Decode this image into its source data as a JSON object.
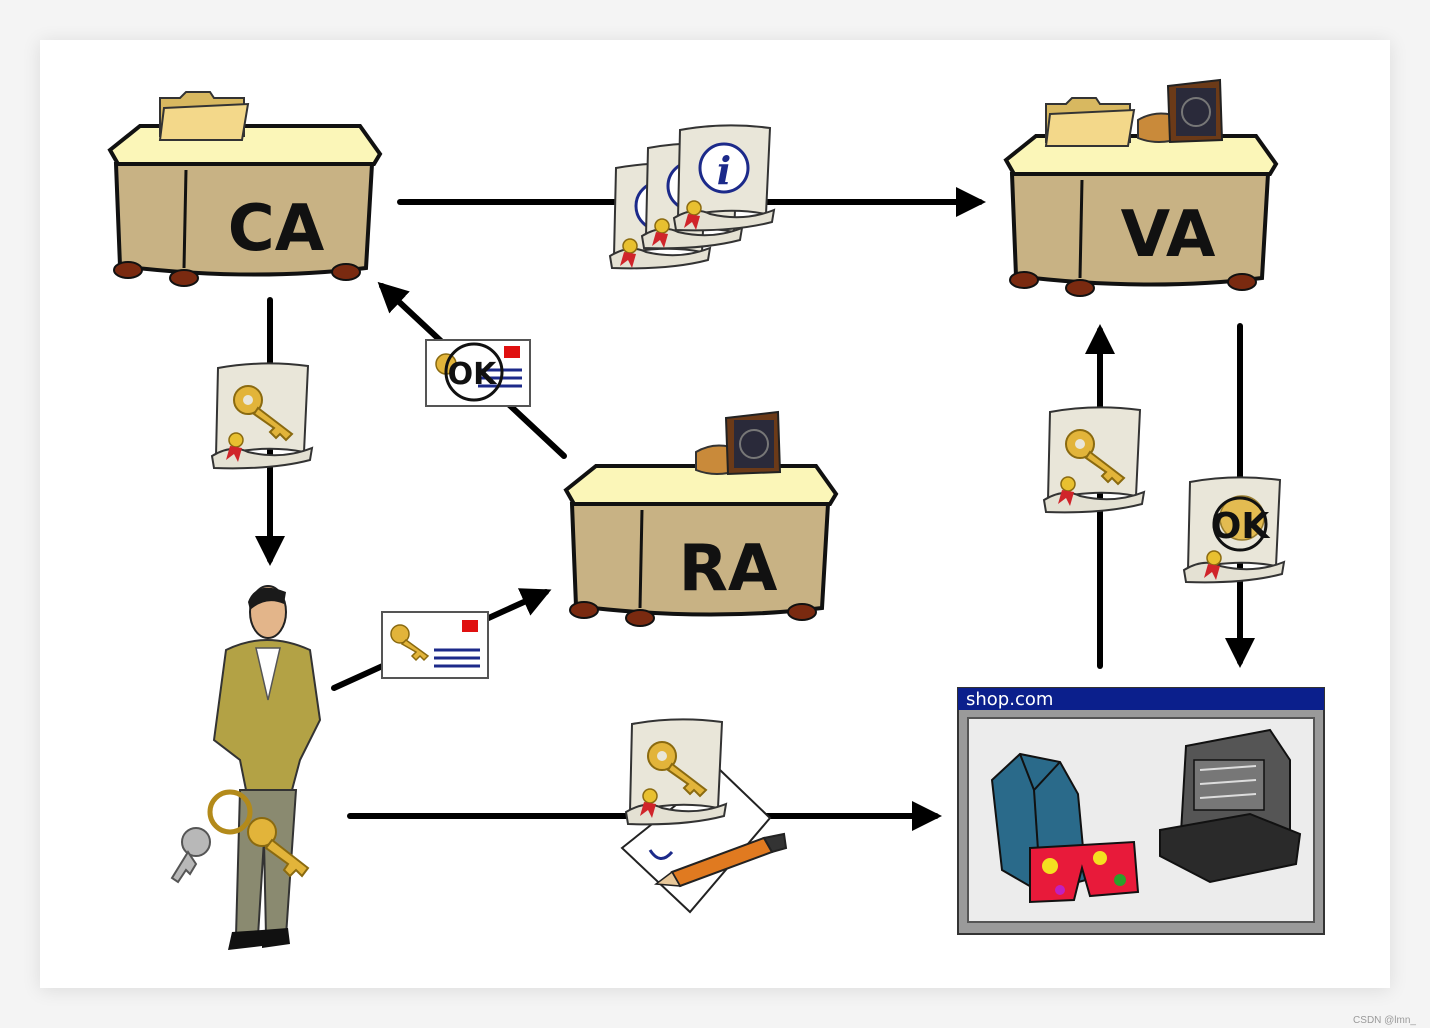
{
  "desks": {
    "ca": {
      "label": "CA"
    },
    "va": {
      "label": "VA"
    },
    "ra": {
      "label": "RA"
    }
  },
  "shop": {
    "title": "shop.com"
  },
  "stamps": {
    "ok": "OK"
  },
  "icons": {
    "info": "i"
  },
  "watermark": "CSDN @lmn_",
  "colors": {
    "desk_wood": "#c8b284",
    "desk_top": "#fbf6b8",
    "scroll": "#e9e6d9",
    "key_gold": "#e2b43a",
    "seal_red": "#d0242a",
    "window_bar": "#0b1f8c",
    "arrow": "#000000"
  }
}
